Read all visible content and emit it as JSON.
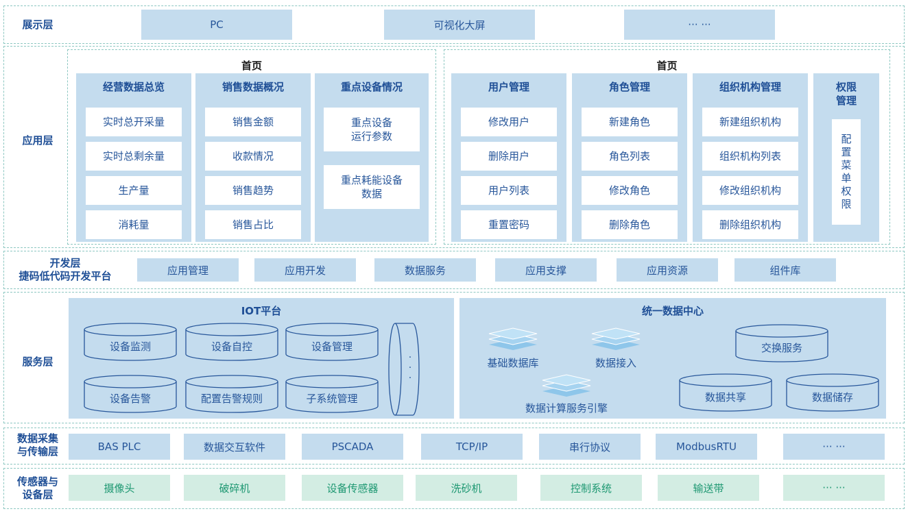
{
  "presentation": {
    "title": "展示层",
    "items": [
      "PC",
      "可视化大屏",
      "··· ···"
    ]
  },
  "application": {
    "title": "应用层",
    "left_home": "首页",
    "right_home": "首页",
    "columns": [
      {
        "title": "经营数据总览",
        "items": [
          "实时总开采量",
          "实时总剩余量",
          "生产量",
          "消耗量"
        ]
      },
      {
        "title": "销售数据概况",
        "items": [
          "销售金额",
          "收款情况",
          "销售趋势",
          "销售占比"
        ]
      },
      {
        "title": "重点设备情况",
        "items": [
          "重点设备\n运行参数",
          "重点耗能设备\n数据"
        ]
      },
      {
        "title": "用户管理",
        "items": [
          "修改用户",
          "删除用户",
          "用户列表",
          "重置密码"
        ]
      },
      {
        "title": "角色管理",
        "items": [
          "新建角色",
          "角色列表",
          "修改角色",
          "删除角色"
        ]
      },
      {
        "title": "组织机构管理",
        "items": [
          "新建组织机构",
          "组织机构列表",
          "修改组织机构",
          "删除组织机构"
        ]
      }
    ],
    "permission": {
      "title": "权限\n管理",
      "item": "配\n置\n菜\n单\n权\n限"
    }
  },
  "development": {
    "title": "开发层\n捷码低代码开发平台",
    "items": [
      "应用管理",
      "应用开发",
      "数据服务",
      "应用支撑",
      "应用资源",
      "组件库"
    ]
  },
  "service": {
    "title": "服务层",
    "iot": {
      "title": "IOT平台",
      "items": [
        "设备监测",
        "设备自控",
        "设备管理",
        "设备告警",
        "配置告警规则",
        "子系统管理"
      ],
      "more": "·\n·\n·"
    },
    "udc": {
      "title": "统一数据中心",
      "stacks": [
        "基础数据库",
        "数据接入",
        "数据计算服务引擎"
      ],
      "cylinders": [
        "交换服务",
        "数据共享",
        "数据储存"
      ]
    }
  },
  "collection": {
    "title": "数据采集\n与传输层",
    "items": [
      "BAS PLC",
      "数据交互软件",
      "PSCADA",
      "TCP/IP",
      "串行协议",
      "ModbusRTU",
      "··· ···"
    ]
  },
  "sensor": {
    "title": "传感器与\n设备层",
    "items": [
      "摄像头",
      "破碎机",
      "设备传感器",
      "洗砂机",
      "控制系统",
      "输送带",
      "··· ···"
    ]
  },
  "colors": {
    "blue_fill": "#c4dcee",
    "blue_text": "#27569a",
    "green_fill": "#d3ede3",
    "green_text": "#1e9872",
    "title": "#1f4f96"
  }
}
